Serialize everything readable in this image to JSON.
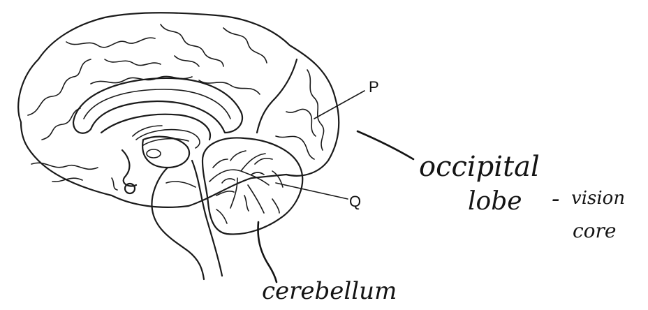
{
  "labels": {
    "p": "P",
    "q": "Q"
  },
  "handwriting": {
    "lobe_line1": "occipital",
    "lobe_line2": "lobe",
    "dash": "-",
    "vision1": "vision",
    "vision2": "core",
    "cerebellum": "cerebellum"
  }
}
